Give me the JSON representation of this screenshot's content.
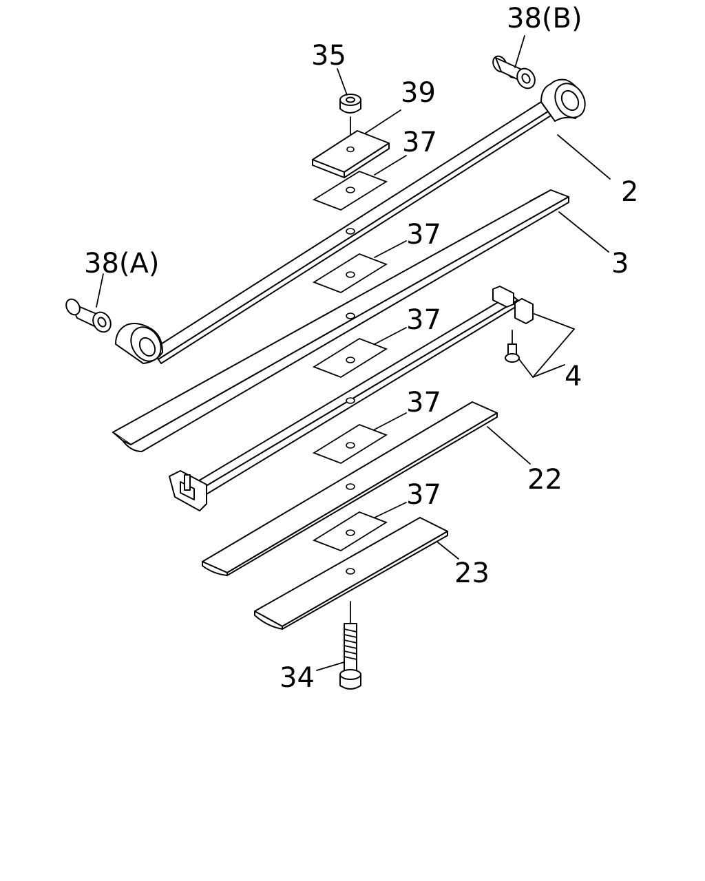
{
  "diagram": {
    "callouts": [
      {
        "id": "c38b",
        "text": "38(B)"
      },
      {
        "id": "c35",
        "text": "35"
      },
      {
        "id": "c39",
        "text": "39"
      },
      {
        "id": "c37a",
        "text": "37"
      },
      {
        "id": "c2",
        "text": "2"
      },
      {
        "id": "c37b",
        "text": "37"
      },
      {
        "id": "c3",
        "text": "3"
      },
      {
        "id": "c38a",
        "text": "38(A)"
      },
      {
        "id": "c37c",
        "text": "37"
      },
      {
        "id": "c4",
        "text": "4"
      },
      {
        "id": "c37d",
        "text": "37"
      },
      {
        "id": "c22",
        "text": "22"
      },
      {
        "id": "c37e",
        "text": "37"
      },
      {
        "id": "c23",
        "text": "23"
      },
      {
        "id": "c34",
        "text": "34"
      }
    ]
  }
}
